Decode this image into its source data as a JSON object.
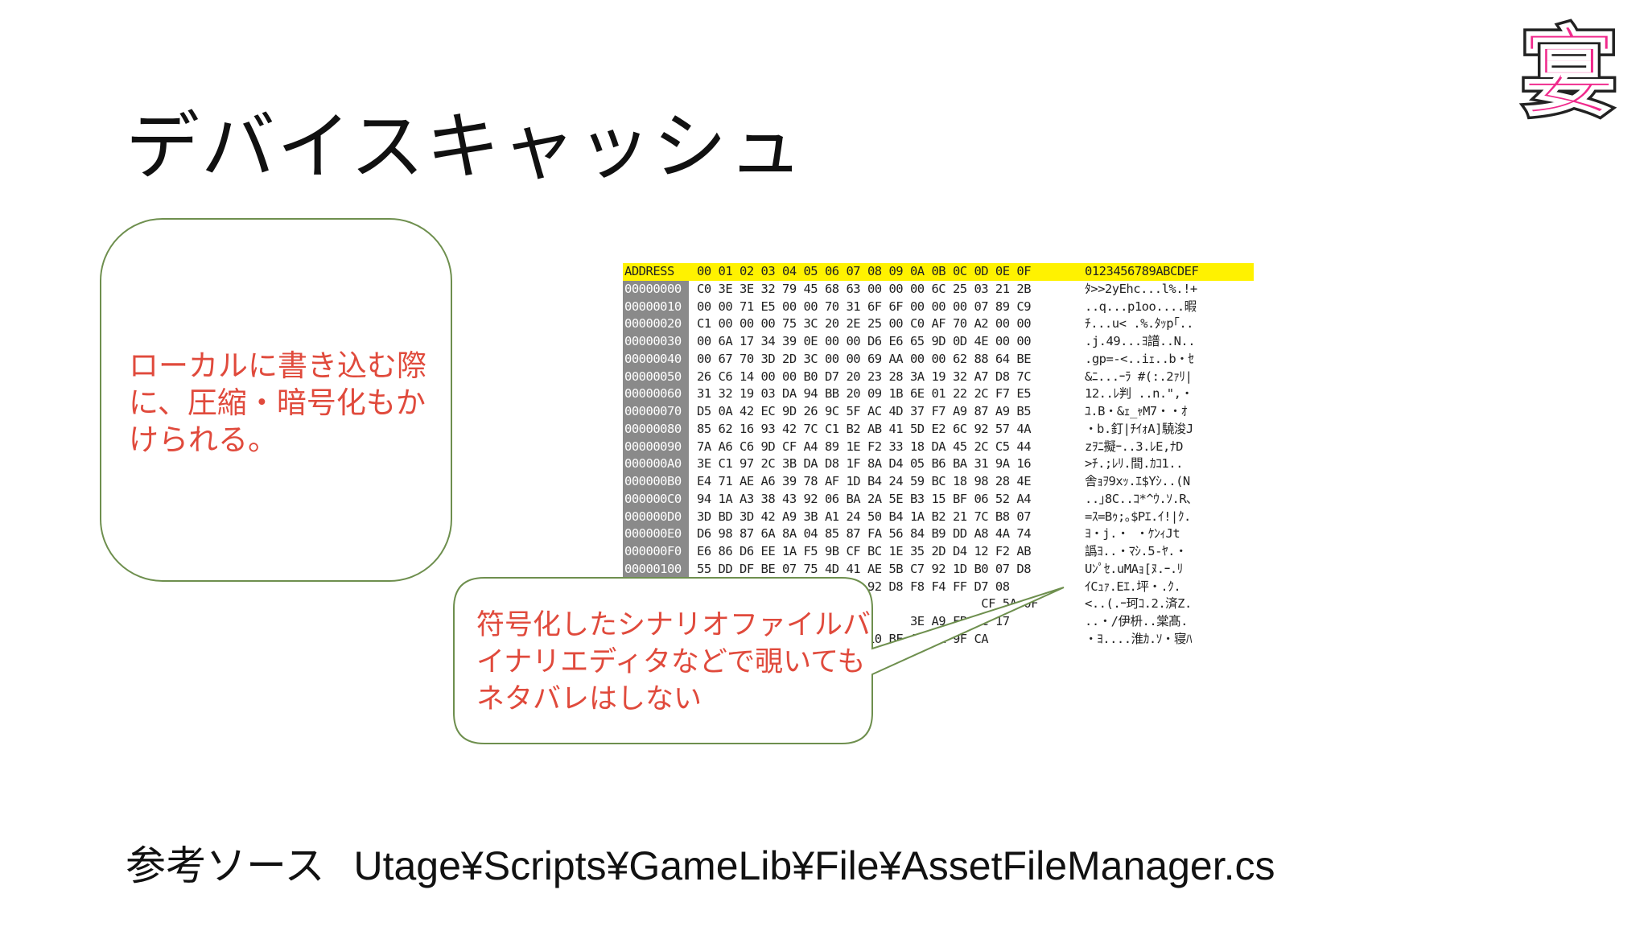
{
  "slide": {
    "title": "デバイスキャッシュ",
    "logo_text": "宴",
    "note": "ローカルに書き込む際に、圧縮・暗号化もかけられる。",
    "callout": "符号化したシナリオファイルバイナリエディタなどで覗いてもネタバレはしない",
    "source_label": "参考ソース",
    "source_path": "Utage¥Scripts¥GameLib¥File¥AssetFileManager.cs"
  },
  "hexdump": {
    "header": {
      "address": "ADDRESS",
      "bytes": "00 01 02 03 04 05 06 07 08 09 0A 0B 0C 0D 0E 0F",
      "ascii": "0123456789ABCDEF"
    },
    "rows": [
      {
        "addr": "00000000",
        "bytes": "C0 3E 3E 32 79 45 68 63 00 00 00 6C 25 03 21 2B",
        "ascii": "ﾀ>>2yEhc...l%.!+"
      },
      {
        "addr": "00000010",
        "bytes": "00 00 71 E5 00 00 70 31 6F 6F 00 00 00 07 89 C9",
        "ascii": "..q...p1oo....暇"
      },
      {
        "addr": "00000020",
        "bytes": "C1 00 00 00 75 3C 20 2E 25 00 C0 AF 70 A2 00 00",
        "ascii": "ﾁ...u< .%.ﾀｯp｢.."
      },
      {
        "addr": "00000030",
        "bytes": "00 6A 17 34 39 0E 00 00 D6 E6 65 9D 0D 4E 00 00",
        "ascii": ".j.49...ﾖ譜..N.."
      },
      {
        "addr": "00000040",
        "bytes": "00 67 70 3D 2D 3C 00 00 69 AA 00 00 62 88 64 BE",
        "ascii": ".gp=-<..iｪ..b・ｾ"
      },
      {
        "addr": "00000050",
        "bytes": "26 C6 14 00 00 B0 D7 20 23 28 3A 19 32 A7 D8 7C",
        "ascii": "&ﾆ...ｰﾗ #(:.2ｧﾘ|"
      },
      {
        "addr": "00000060",
        "bytes": "31 32 19 03 DA 94 BB 20 09 1B 6E 01 22 2C F7 E5",
        "ascii": "12..ﾚ判 ..n.\",・"
      },
      {
        "addr": "00000070",
        "bytes": "D5 0A 42 EC 9D 26 9C 5F AC 4D 37 F7 A9 87 A9 B5",
        "ascii": "ﾕ.B・&ｪ_ｬM7・・ｵ"
      },
      {
        "addr": "00000080",
        "bytes": "85 62 16 93 42 7C C1 B2 AB 41 5D E2 6C 92 57 4A",
        "ascii": "・b.釘|ﾁｲｫA]驍浚J"
      },
      {
        "addr": "00000090",
        "bytes": "7A A6 C6 9D CF A4 89 1E F2 33 18 DA 45 2C C5 44",
        "ascii": "zｦﾆ擬ｰ..3.ﾚE,ﾅD"
      },
      {
        "addr": "000000A0",
        "bytes": "3E C1 97 2C 3B DA D8 1F 8A D4 05 B6 BA 31 9A 16",
        "ascii": ">ﾁ.;ﾚﾘ.間.ｶｺ1.."
      },
      {
        "addr": "000000B0",
        "bytes": "E4 71 AE A6 39 78 AF 1D B4 24 59 BC 18 98 28 4E",
        "ascii": "舎ｮｦ9xｯ.ｴ$Yｼ..(N"
      },
      {
        "addr": "000000C0",
        "bytes": "94 1A A3 38 43 92 06 BA 2A 5E B3 15 BF 06 52 A4",
        "ascii": "..｣8C..ｺ*^ｳ.ｿ.R､"
      },
      {
        "addr": "000000D0",
        "bytes": "3D BD 3D 42 A9 3B A1 24 50 B4 1A B2 21 7C B8 07",
        "ascii": "=ｽ=Bｩ;｡$Pｴ.ｲ!|ｸ."
      },
      {
        "addr": "000000E0",
        "bytes": "D6 98 87 6A 8A 04 85 87 FA 56 84 B9 DD A8 4A 74",
        "ascii": "ﾖ・j.・ ・ｹﾝｨJt"
      },
      {
        "addr": "000000F0",
        "bytes": "E6 86 D6 EE 1A F5 9B CF BC 1E 35 2D D4 12 F2 AB",
        "ascii": "譌ﾖ..・ﾏｼ.5-ﾔ.・"
      },
      {
        "addr": "00000100",
        "bytes": "55 DD DF BE 07 75 4D 41 AE 5B C7 92 1D B0 07 D8",
        "ascii": "Uﾝﾟｾ.uMAｮ[ﾇ.ｰ.ﾘ"
      },
      {
        "addr": "",
        "bytes": "                  24 13 92 D8 F8 F4 FF D7 08",
        "ascii": "ｲCｭｧ.Eｴ.坪・.ｸ."
      },
      {
        "addr": "",
        "bytes": "                                        CF 5A 0F",
        "ascii": "<..(.ｰ珂ｺ.2.済Z."
      },
      {
        "addr": "",
        "bytes": "                              3E A9 FB FC 17",
        "ascii": "..・/伊枡..棠髙."
      },
      {
        "addr": "",
        "bytes": "                     B6 10 BF A5 8A 9F CA",
        "ascii": "・ﾖ....淮ｶ.ｿ・寝ﾊ"
      }
    ]
  },
  "colors": {
    "accent_text": "#e04a3c",
    "box_border": "#6e8f4e",
    "hex_header_bg": "#fff200",
    "logo_fill": "#f0298c"
  },
  "icons": {
    "logo": "utage-logo-icon"
  }
}
